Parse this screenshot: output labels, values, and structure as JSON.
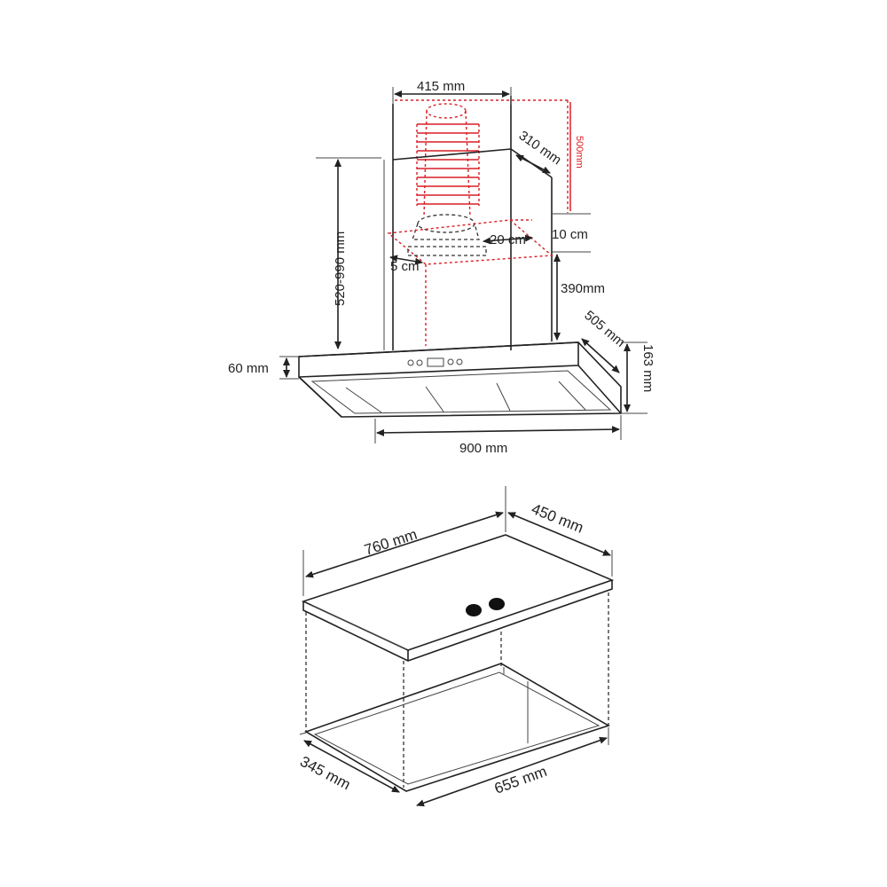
{
  "hood": {
    "width_label": "415 mm",
    "depth_top_label": "310 mm",
    "duct_label": "500mm",
    "height_range_label": "520-990 mm",
    "gap_label": "10 cm",
    "offset_20_label": "20 cm",
    "offset_5_label": "5 cm",
    "chimney_label": "390mm",
    "body_depth_label": "505 mm",
    "canopy_thickness_label": "60 mm",
    "front_height_label": "163 mm",
    "total_width_label": "900 mm"
  },
  "hob": {
    "top_width_label": "760 mm",
    "top_depth_label": "450 mm",
    "cutout_depth_label": "345 mm",
    "cutout_width_label": "655 mm"
  },
  "colors": {
    "line": "#222222",
    "accent_red": "#d81f26"
  }
}
